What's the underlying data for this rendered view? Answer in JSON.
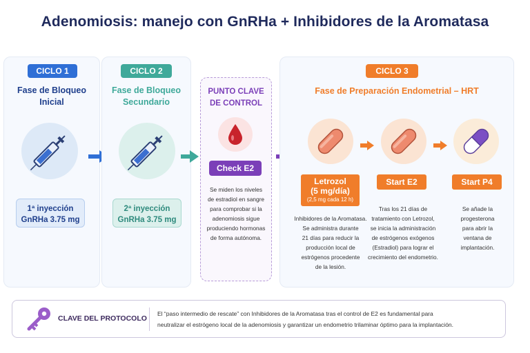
{
  "title": "Adenomiosis: manejo con GnRHa + Inhibidores de la Aromatasa",
  "cycle1": {
    "badge": "CICLO 1",
    "phase_line1": "Fase de Bloqueo",
    "phase_line2": "Inicial",
    "icon": "syringe-icon",
    "box_line1": "1ª inyección",
    "box_line2": "GnRHa 3.75 mg",
    "color": "#2f6fd6"
  },
  "cycle2": {
    "badge": "CICLO 2",
    "phase_line1": "Fase de Bloqueo",
    "phase_line2": "Secundario",
    "icon": "syringe-icon",
    "box_line1": "2ª inyección",
    "box_line2": "GnRHa 3.75 mg",
    "color": "#3fa99a"
  },
  "control": {
    "title_line1": "PUNTO CLAVE",
    "title_line2": "DE CONTROL",
    "icon": "blood-drop-icon",
    "check_label": "Check E2",
    "desc": [
      "Se miden los niveles",
      "de estradiol en sangre",
      "para comprobar si la",
      "adenomiosis sigue",
      "produciendo hormonas",
      "de forma autónoma."
    ],
    "color": "#7b3fb8"
  },
  "cycle3": {
    "badge": "CICLO 3",
    "phase": "Fase de Preparación Endometrial – HRT",
    "color": "#f07d2a",
    "steps": [
      {
        "icon": "pill-icon",
        "label_line1": "Letrozol",
        "label_line2": "(5 mg/día)",
        "label_sub": "(2,5 mg cada 12 h)",
        "desc": [
          "Inhibidores de la Aromatasa.",
          "Se administra durante",
          "21 días para reducir la",
          "producción local de",
          "estrógenos procedente",
          "de la lesión."
        ]
      },
      {
        "icon": "pill-icon",
        "label": "Start E2",
        "desc": [
          "Tras los 21 días de",
          "tratamiento con Letrozol,",
          "se inicia la administración",
          "de estrógenos exógenos",
          "(Estradiol) para lograr el",
          "crecimiento del endometrio."
        ]
      },
      {
        "icon": "capsule-icon",
        "label": "Start P4",
        "desc": [
          "Se añade la",
          "progesterona",
          "para abrir la",
          "ventana de",
          "implantación."
        ]
      }
    ]
  },
  "footer": {
    "icon": "key-icon",
    "label": "CLAVE DEL PROTOCOLO",
    "text_line1": "El “paso intermedio de rescate” con Inhibidores de la Aromatasa tras el control de E2 es fundamental para",
    "text_line2": "neutralizar el estrógeno local de la adenomiosis y garantizar un endometrio trilaminar  óptimo para la implantación."
  }
}
